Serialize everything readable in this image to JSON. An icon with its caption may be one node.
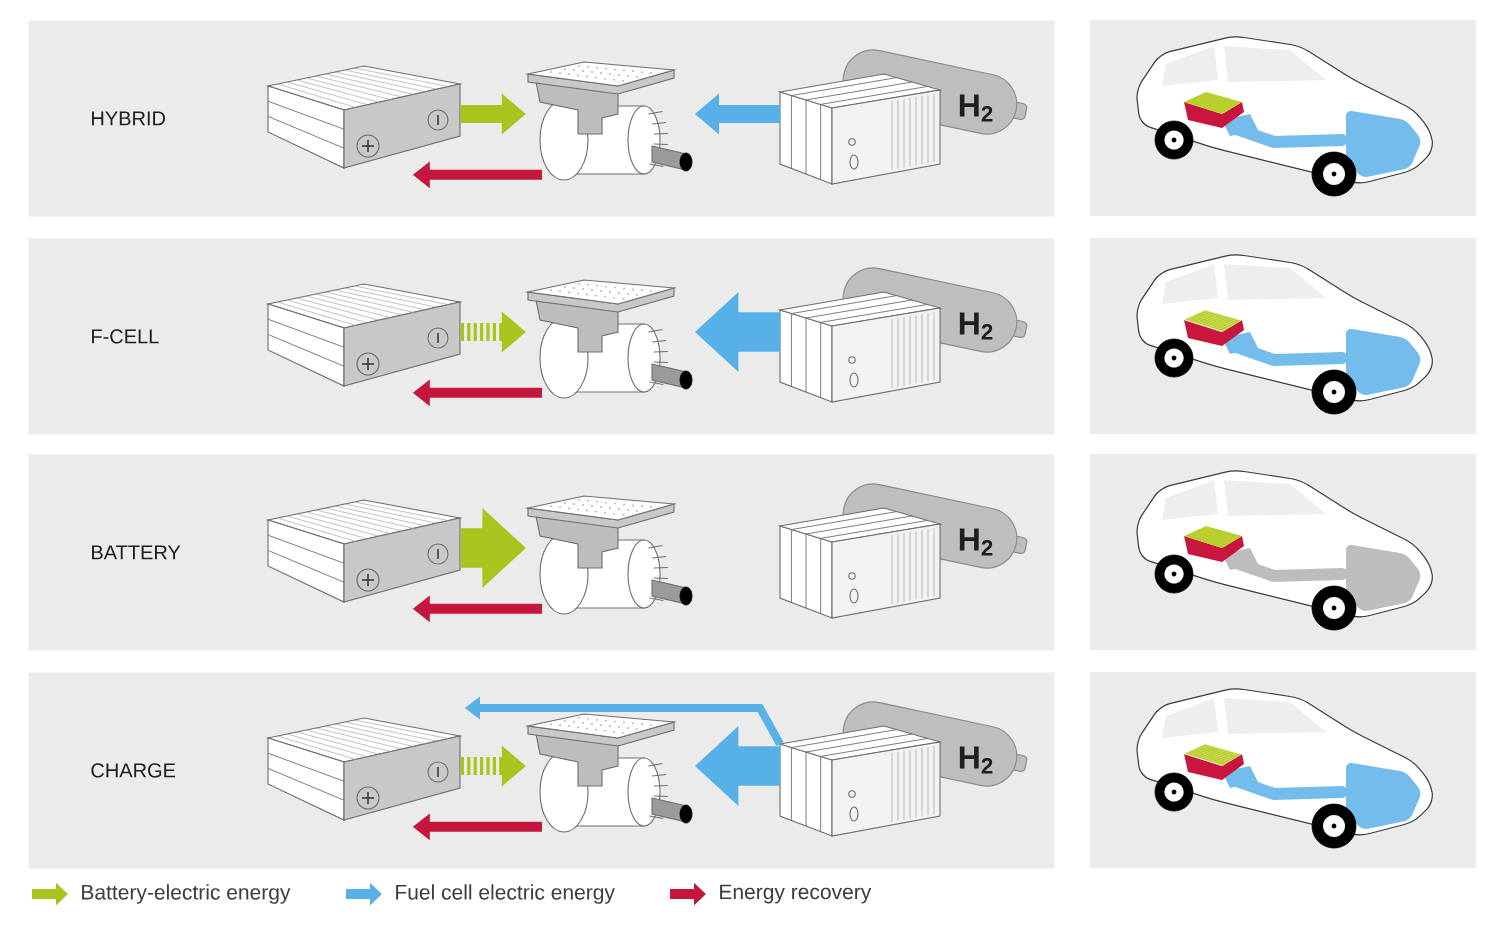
{
  "diagram": {
    "nodes": [
      {
        "text": [
          "HYBRID"
        ]
      },
      {
        "text": [],
        "shape": "picture",
        "in": 0
      },
      {
        "text": [],
        "shape": "picture",
        "in": 0
      },
      {
        "text": [],
        "shape": "picture",
        "in": 0
      },
      {
        "text": [
          "H$_{2}$"
        ],
        "in": 0
      },
      {
        "text": [
          "F-CELL"
        ]
      },
      {
        "text": [],
        "shape": "picture",
        "in": 5
      },
      {
        "text": [],
        "shape": "picture",
        "in": 5
      },
      {
        "text": [],
        "shape": "picture",
        "in": 5
      },
      {
        "text": [
          "H$_{2}$"
        ],
        "in": 5
      },
      {
        "text": [
          "BATTERY"
        ]
      },
      {
        "text": [],
        "shape": "picture",
        "in": 10
      },
      {
        "text": [],
        "shape": "picture",
        "in": 10
      },
      {
        "text": [],
        "shape": "picture",
        "in": 10
      },
      {
        "text": [
          "H$_{2}$"
        ],
        "in": 10
      },
      {
        "text": [
          "CHARGE"
        ]
      },
      {
        "text": [],
        "shape": "picture",
        "in": 15
      },
      {
        "text": [],
        "shape": "picture",
        "in": 15
      },
      {
        "text": [],
        "shape": "picture",
        "in": 15
      },
      {
        "text": [
          "H$_{2}$"
        ],
        "in": 15
      }
    ],
    "edges": [
      {
        "from": 1,
        "to": 2,
        "arrow": "to",
        "color": "#a9c41d"
      },
      {
        "from": 3,
        "to": 2,
        "arrow": "to",
        "color": "#58b1e6"
      },
      {
        "from": 2,
        "to": 1,
        "arrow": "to",
        "color": "#c5163e"
      },
      {
        "from": 6,
        "to": 7,
        "arrow": "to",
        "style": "dashed",
        "color": "#a9c41d"
      },
      {
        "from": 8,
        "to": 7,
        "arrow": "to",
        "style": "thick",
        "color": "#58b1e6"
      },
      {
        "from": 7,
        "to": 6,
        "arrow": "to",
        "color": "#c5163e"
      },
      {
        "from": 11,
        "to": 12,
        "arrow": "to",
        "style": "thick",
        "color": "#a9c41d"
      },
      {
        "from": 12,
        "to": 11,
        "arrow": "to",
        "color": "#c5163e"
      },
      {
        "from": 18,
        "to": 16,
        "arrow": "to",
        "color": "#58b1e6"
      },
      {
        "from": 16,
        "to": 17,
        "arrow": "to",
        "style": "dashed",
        "color": "#a9c41d"
      },
      {
        "from": 18,
        "to": 17,
        "arrow": "to",
        "style": "thick",
        "color": "#58b1e6"
      },
      {
        "from": 17,
        "to": 16,
        "arrow": "to",
        "color": "#c5163e"
      }
    ],
    "legend": [
      {
        "text": "Battery-electric energy",
        "color": "#a9c41d"
      },
      {
        "text": "Fuel cell electric energy",
        "color": "#58b1e6"
      },
      {
        "text": "Energy recovery",
        "color": "#c5163e"
      }
    ]
  }
}
